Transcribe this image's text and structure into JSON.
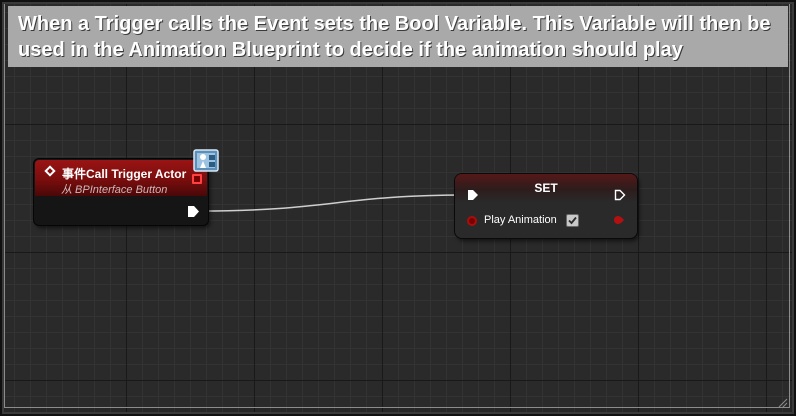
{
  "comment": {
    "text": "When a Trigger calls the Event sets the Bool Variable. This Variable will then be used in the Animation Blueprint to decide if the animation should play"
  },
  "event_node": {
    "title": "事件Call Trigger Actor",
    "subtitle": "从 BPInterface Button",
    "icon": "interface-icon"
  },
  "set_node": {
    "title": "SET",
    "variable_label": "Play Animation",
    "variable_value": true
  },
  "colors": {
    "graph_bg": "#262626",
    "comment_header": "#a9a9a9",
    "event_header": "#9a1414",
    "bool_pin": "#a80e0e",
    "wire": "#cfcfcf"
  }
}
